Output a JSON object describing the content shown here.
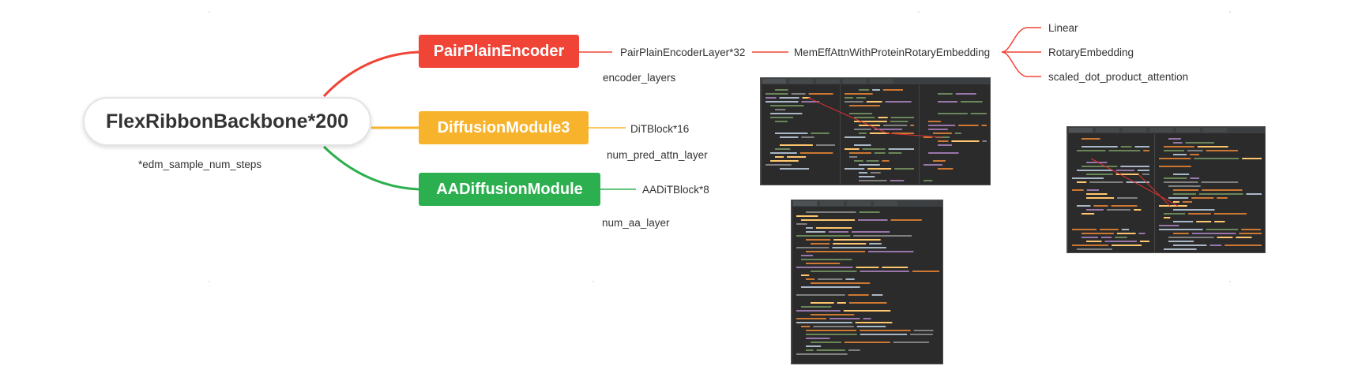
{
  "mindmap": {
    "root": {
      "label": "FlexRibbonBackbone*200",
      "note": "*edm_sample_num_steps"
    },
    "branches": [
      {
        "label": "PairPlainEncoder",
        "color": "#f04436",
        "child": "PairPlainEncoderLayer*32",
        "child_note": "encoder_layers",
        "grandchild": "MemEffAttnWithProteinRotaryEmbedding",
        "leaves": [
          "Linear",
          "RotaryEmbedding",
          "scaled_dot_product_attention"
        ]
      },
      {
        "label": "DiffusionModule3",
        "color": "#f7b32b",
        "child": "DiTBlock*16",
        "child_note": "num_pred_attn_layer"
      },
      {
        "label": "AADiffusionModule",
        "color": "#2cb04f",
        "child": "AADiTBlock*8",
        "child_note": "num_aa_layer"
      }
    ]
  },
  "screenshots": [
    {
      "name": "code-screenshot-1"
    },
    {
      "name": "code-screenshot-2"
    },
    {
      "name": "code-screenshot-3"
    }
  ]
}
